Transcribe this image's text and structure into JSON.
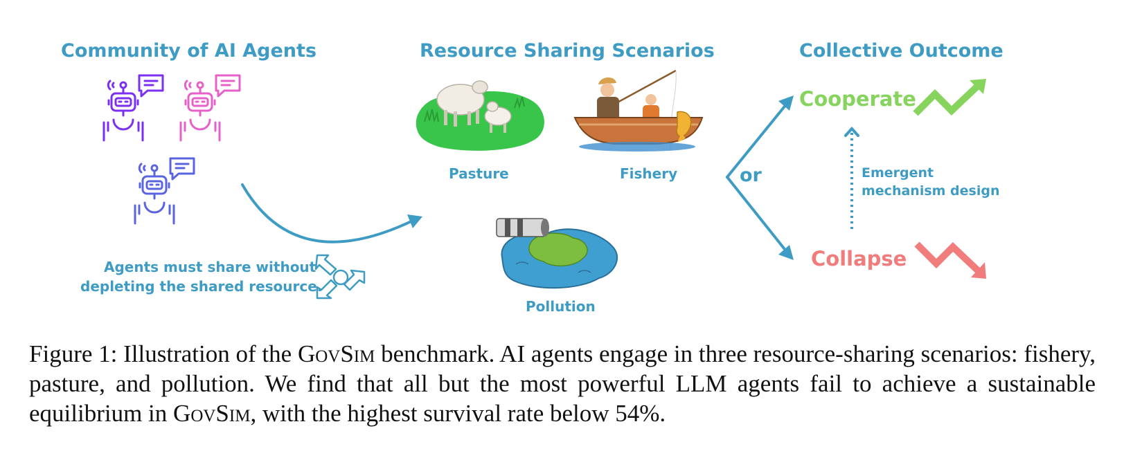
{
  "headings": {
    "community": "Community of AI Agents",
    "scenarios": "Resource Sharing Scenarios",
    "outcome": "Collective Outcome"
  },
  "scenarios": {
    "pasture": "Pasture",
    "fishery": "Fishery",
    "pollution": "Pollution"
  },
  "agents_note": {
    "line1": "Agents must share without",
    "line2": "depleting the shared resource."
  },
  "branch_word": "or",
  "outcomes": {
    "cooperate": "Cooperate",
    "collapse": "Collapse",
    "mechanism_line1": "Emergent",
    "mechanism_line2": "mechanism design"
  },
  "colors": {
    "accent": "#3e9cc4",
    "cooperate": "#86d35e",
    "collapse": "#f07c7c",
    "agent_purple": "#7b2ff0",
    "agent_pink": "#e660c8",
    "agent_blue": "#5a63e0"
  },
  "caption": {
    "p1": "Figure 1: Illustration of the ",
    "govsim1": "GovSim",
    "p2": " benchmark.  AI agents engage in three resource-sharing scenarios: fishery, pasture, and pollution. We find that all but the most powerful LLM agents fail to achieve a sustainable equilibrium in ",
    "govsim2": "GovSim",
    "p3": ", with the highest survival rate below 54%."
  }
}
